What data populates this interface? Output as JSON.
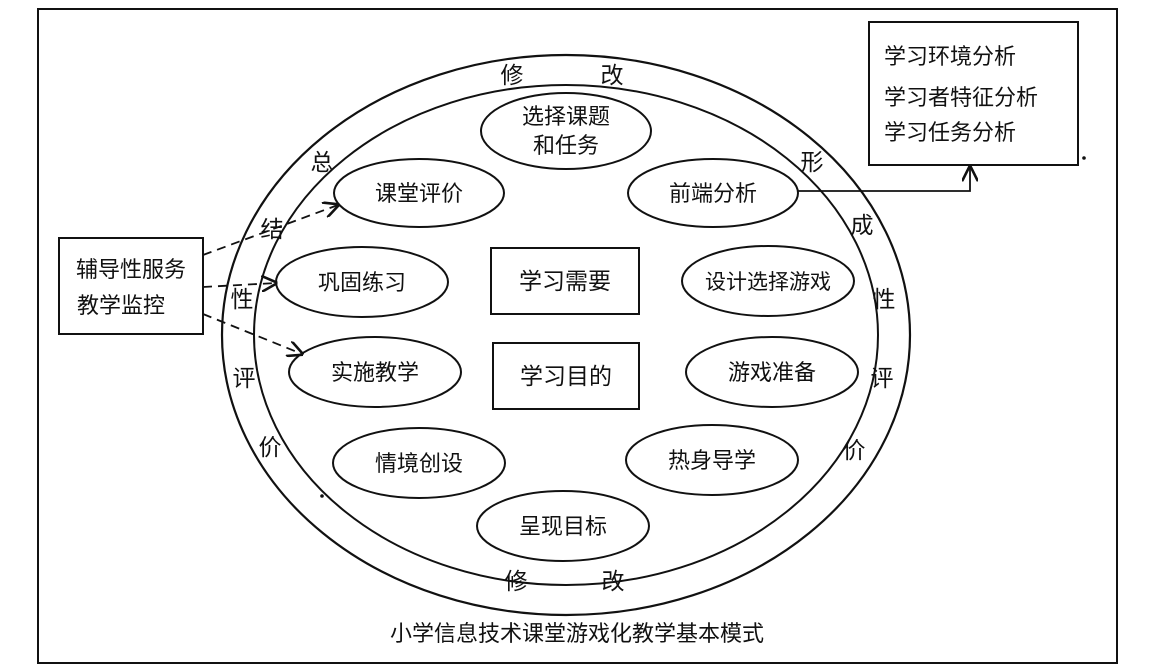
{
  "title": "小学信息技术课堂游戏化教学基本模式",
  "ring": {
    "top_left": "修",
    "top_right": "改",
    "bottom_left": "修",
    "bottom_right": "改",
    "left": [
      "总",
      "结",
      "性",
      "评",
      "价"
    ],
    "right": [
      "形",
      "成",
      "性",
      "评",
      "价"
    ]
  },
  "center": {
    "need": "学习需要",
    "goal": "学习目的"
  },
  "steps": {
    "choose_topic_line1": "选择课题",
    "choose_topic_line2": "和任务",
    "front_analysis": "前端分析",
    "design_game": "设计选择游戏",
    "game_prep": "游戏准备",
    "warmup": "热身导学",
    "present_goal": "呈现目标",
    "create_scene": "情境创设",
    "implement": "实施教学",
    "consolidate": "巩固练习",
    "class_eval": "课堂评价"
  },
  "support": {
    "line1": "辅导性服务",
    "line2": "教学监控"
  },
  "analysis": {
    "items": [
      "学习环境分析",
      "学习者特征分析",
      "学习任务分析"
    ]
  }
}
